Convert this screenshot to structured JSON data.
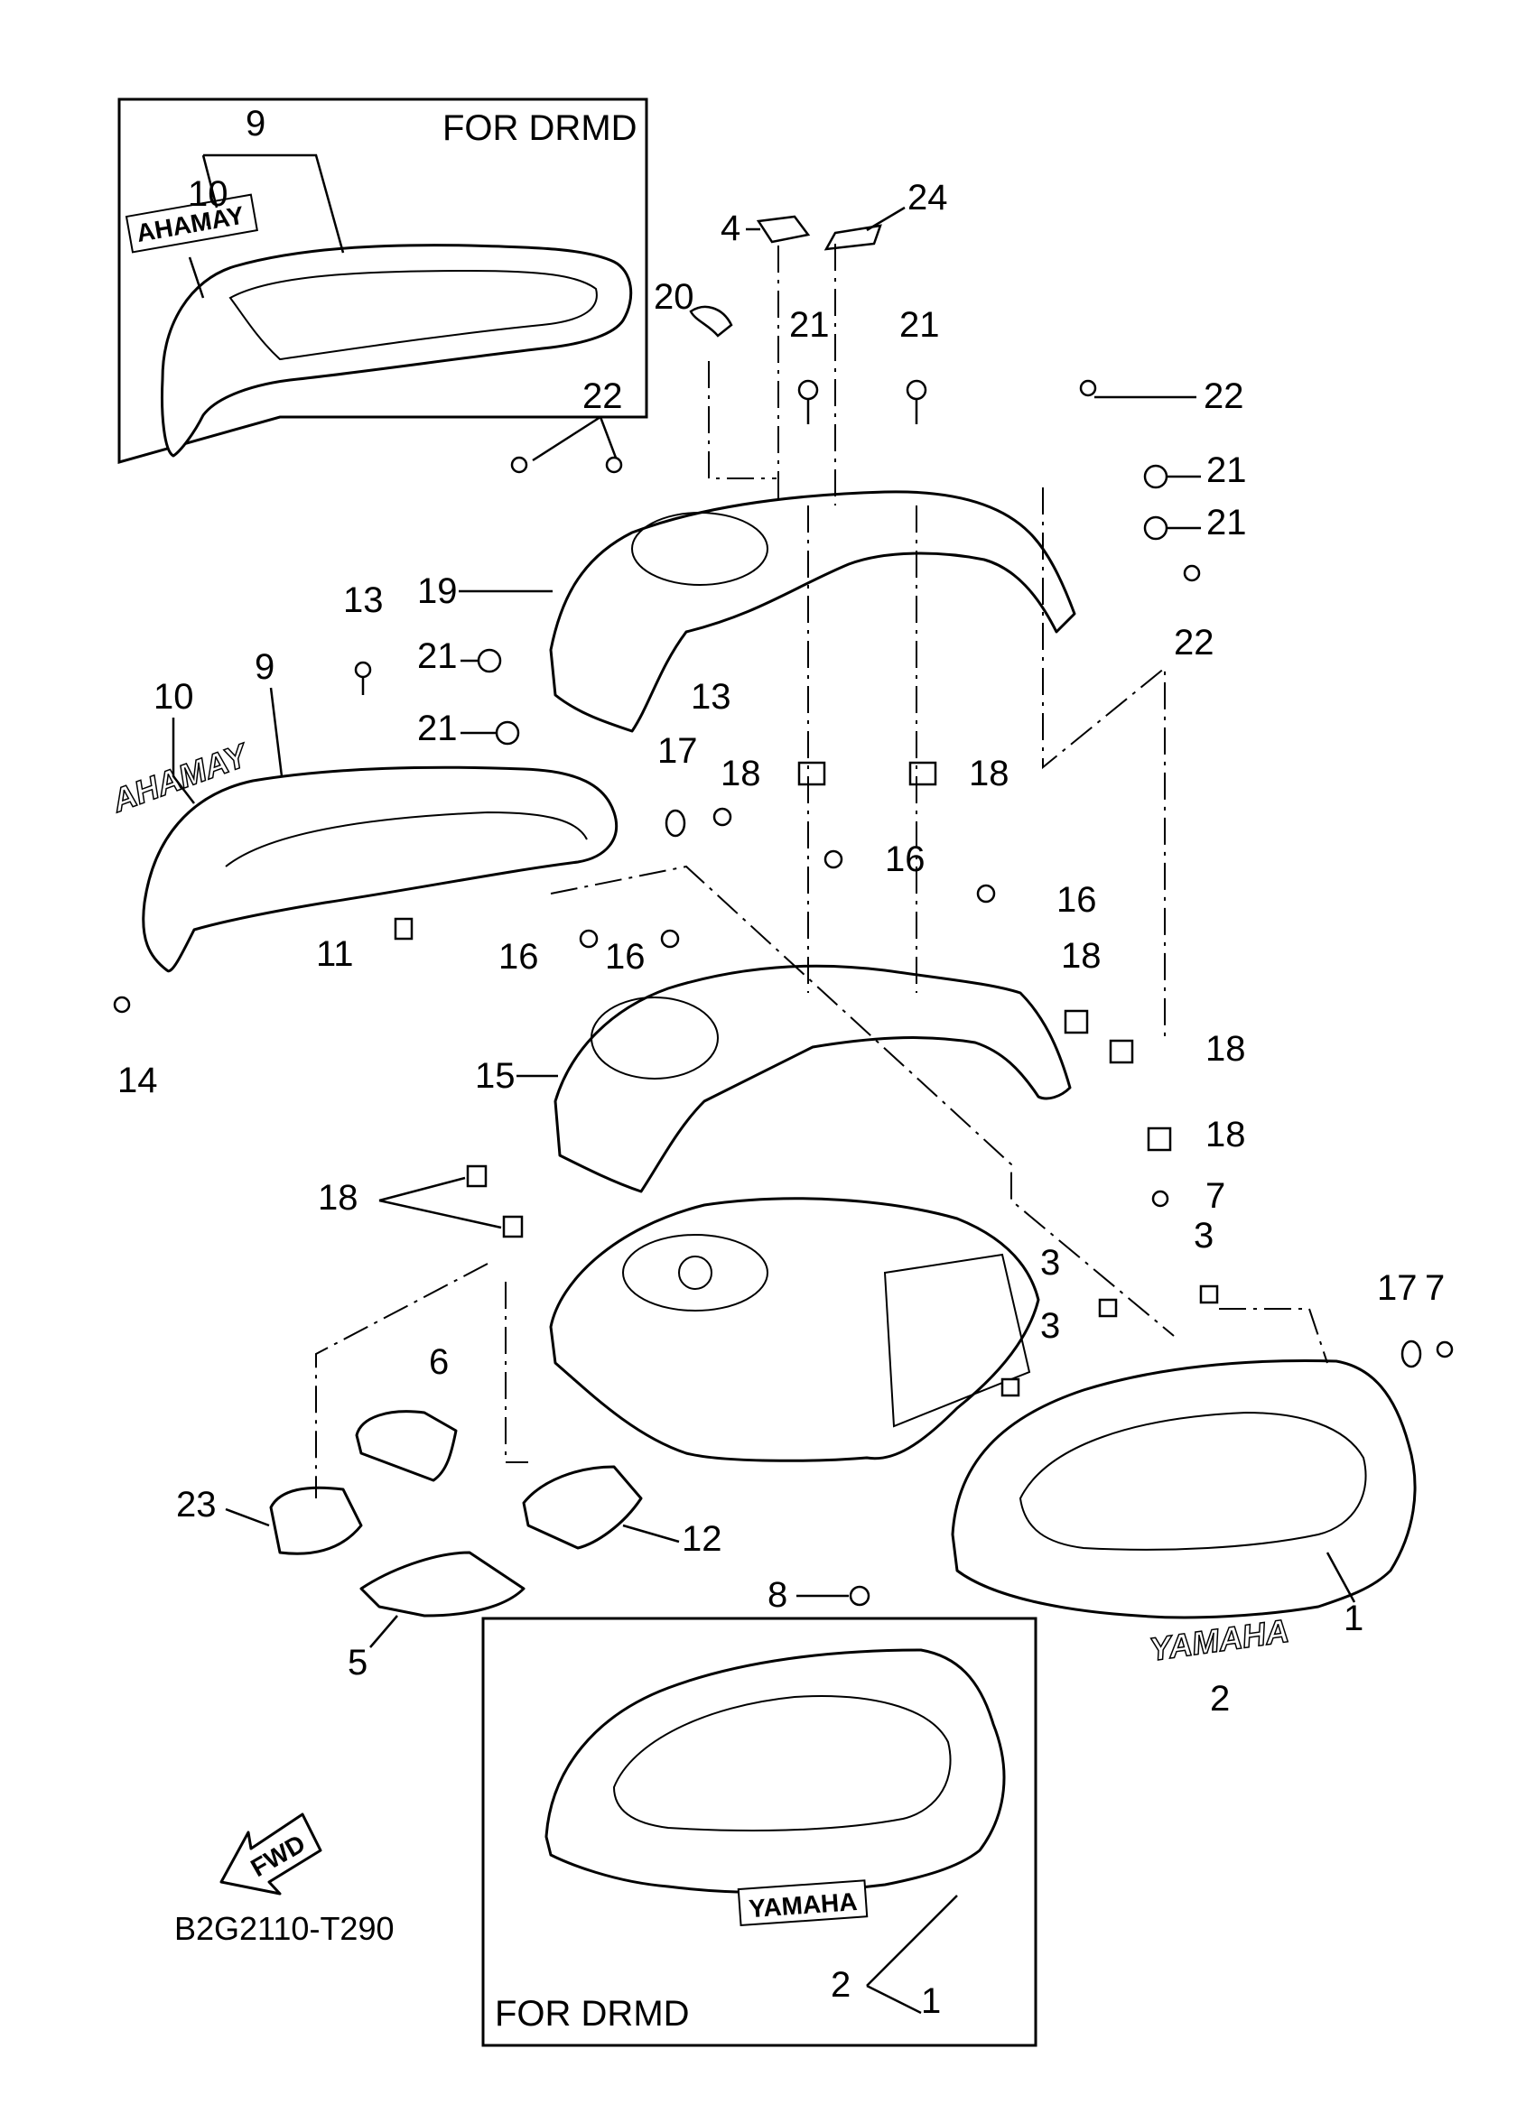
{
  "diagram": {
    "code": "B2G2110-T290",
    "boxes": {
      "top_left_title": "FOR DRMD",
      "bottom_title": "FOR DRMD"
    },
    "labels": {
      "l1": "1",
      "l1b": "1",
      "l2": "2",
      "l2b": "2",
      "l3a": "3",
      "l3b": "3",
      "l3c": "3",
      "l4": "4",
      "l5": "5",
      "l6": "6",
      "l7a": "7",
      "l7b": "7",
      "l8": "8",
      "l9a": "9",
      "l9b": "9",
      "l10a": "10",
      "l10b": "10",
      "l11": "11",
      "l12": "12",
      "l13a": "13",
      "l13b": "13",
      "l14": "14",
      "l15": "15",
      "l16a": "16",
      "l16b": "16",
      "l16c": "16",
      "l16d": "16",
      "l17a": "17",
      "l17b": "17",
      "l18a": "18",
      "l18b": "18",
      "l18c": "18",
      "l18d": "18",
      "l18e": "18",
      "l18f": "18",
      "l19": "19",
      "l20": "20",
      "l21a": "21",
      "l21b": "21",
      "l21c": "21",
      "l21d": "21",
      "l21e": "21",
      "l21f": "21",
      "l22a": "22",
      "l22b": "22",
      "l22c": "22",
      "l23": "23",
      "l24": "24"
    },
    "emblems": {
      "mirrored_top": "AHAMAY",
      "mirrored_left": "AHAMAY",
      "yamaha_right": "YAMAHA",
      "yamaha_bottom": "YAMAHA",
      "fwd": "FWD"
    }
  }
}
